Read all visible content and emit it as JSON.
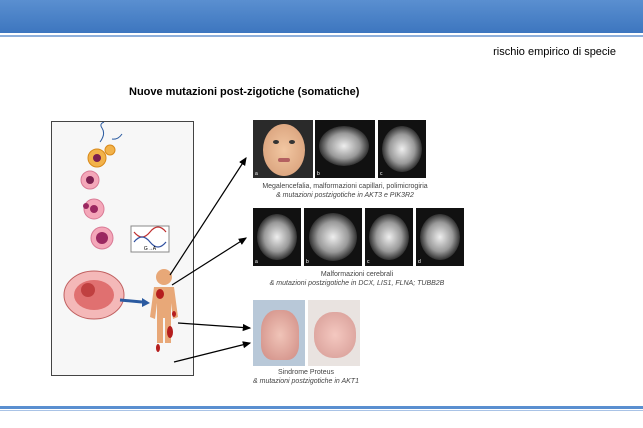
{
  "header": {
    "subtitle": "rischio empirico di specie"
  },
  "slide": {
    "title": "Nuove mutazioni post-zigotiche (somatiche)"
  },
  "figure": {
    "left_panel": {
      "dna_label": "G→A"
    },
    "panels": [
      {
        "caption_line1": "Megalencefalia, malformazioni capillari, polimicrogiria",
        "caption_line2": "& mutazioni postzigotiche in AKT3 e PIK3R2",
        "image_labels": [
          "a",
          "b",
          "c"
        ]
      },
      {
        "caption_line1": "Malformazioni cerebrali",
        "caption_line2": "& mutazioni postzigotiche in DCX, LIS1, FLNA; TUBB2B",
        "image_labels": [
          "a",
          "b",
          "c",
          "d"
        ]
      },
      {
        "caption_line1": "Sindrome Proteus",
        "caption_line2": "& mutazioni postzigotiche in AKT1",
        "image_labels": []
      }
    ]
  },
  "colors": {
    "header_bar": "#3d76bf",
    "accent_line": "#5a8fd0",
    "skin": "#e8a878",
    "lesion": "#b51e1e"
  }
}
